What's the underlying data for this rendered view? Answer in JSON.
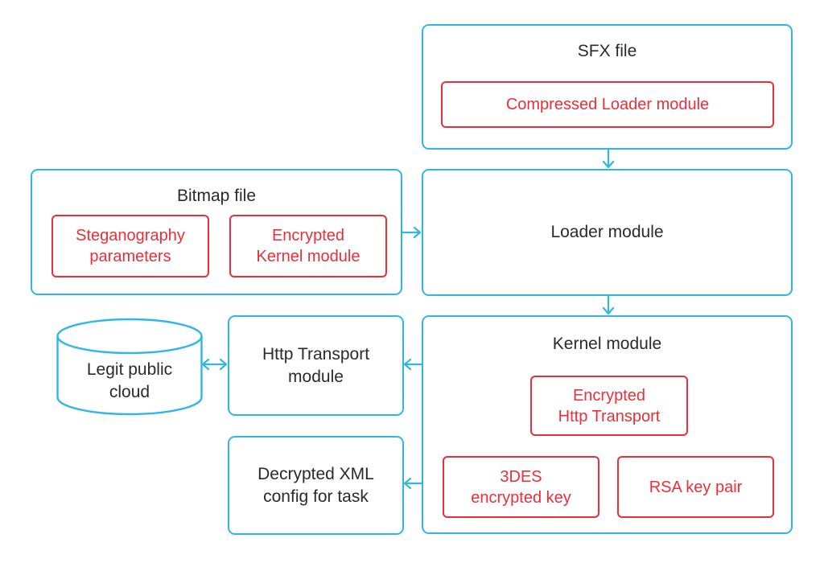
{
  "colors": {
    "accent": "#31b7e6",
    "danger": "#ea2f38",
    "text": "#2a2a2a"
  },
  "nodes": {
    "sfx": {
      "title": "SFX file",
      "compressed_loader": "Compressed Loader module"
    },
    "bitmap": {
      "title": "Bitmap file",
      "steganography": [
        "Steganography",
        "parameters"
      ],
      "enc_kernel": [
        "Encrypted",
        "Kernel module"
      ]
    },
    "loader": {
      "title": "Loader module"
    },
    "kernel": {
      "title": "Kernel module",
      "enc_http": [
        "Encrypted",
        "Http Transport"
      ],
      "des_key": [
        "3DES",
        "encrypted key"
      ],
      "rsa": "RSA key pair"
    },
    "http_transport": [
      "Http Transport",
      "module"
    ],
    "xml_config": [
      "Decrypted XML",
      "config for task"
    ],
    "cloud": [
      "Legit public",
      "cloud"
    ]
  }
}
